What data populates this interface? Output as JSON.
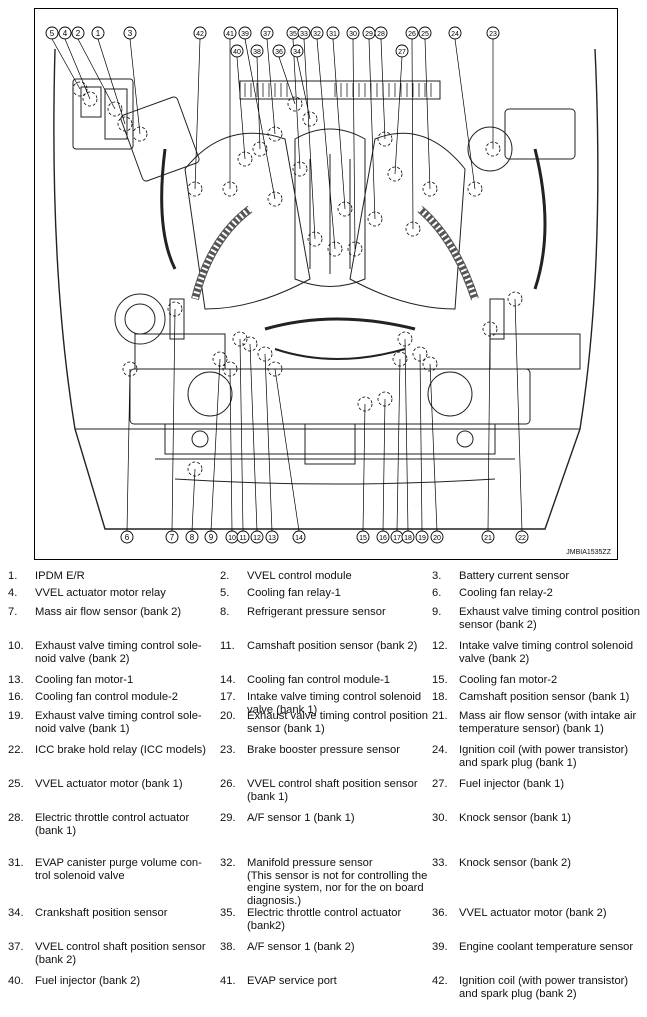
{
  "diagram": {
    "code": "JMBIA1535ZZ",
    "callouts_top": [
      "5",
      "4",
      "2",
      "1",
      "3",
      "42",
      "41",
      "40",
      "39",
      "38",
      "37",
      "36",
      "35",
      "34",
      "33",
      "32",
      "31",
      "30",
      "29",
      "28",
      "27",
      "26",
      "25",
      "24",
      "23"
    ],
    "callouts_bottom": [
      "6",
      "7",
      "8",
      "9",
      "10",
      "11",
      "12",
      "13",
      "14",
      "15",
      "16",
      "17",
      "18",
      "19",
      "20",
      "21",
      "22"
    ]
  },
  "legend": {
    "items": [
      {
        "num": "1.",
        "text": "IPDM E/R"
      },
      {
        "num": "2.",
        "text": "VVEL control module"
      },
      {
        "num": "3.",
        "text": "Battery current sensor"
      },
      {
        "num": "4.",
        "text": "VVEL actuator motor relay"
      },
      {
        "num": "5.",
        "text": "Cooling fan relay-1"
      },
      {
        "num": "6.",
        "text": "Cooling fan relay-2"
      },
      {
        "num": "7.",
        "text": "Mass air flow sensor (bank 2)"
      },
      {
        "num": "8.",
        "text": "Refrigerant pressure sensor"
      },
      {
        "num": "9.",
        "text": "Exhaust valve timing control position\nsensor (bank 2)"
      },
      {
        "num": "10.",
        "text": "Exhaust valve timing control sole-\nnoid valve (bank 2)"
      },
      {
        "num": "11.",
        "text": "Camshaft position sensor (bank 2)"
      },
      {
        "num": "12.",
        "text": "Intake valve timing control solenoid\nvalve (bank 2)"
      },
      {
        "num": "13.",
        "text": "Cooling fan motor-1"
      },
      {
        "num": "14.",
        "text": "Cooling fan control module-1"
      },
      {
        "num": "15.",
        "text": "Cooling fan motor-2"
      },
      {
        "num": "16.",
        "text": "Cooling fan control module-2"
      },
      {
        "num": "17.",
        "text": "Intake valve timing control solenoid\nvalve (bank 1)"
      },
      {
        "num": "18.",
        "text": "Camshaft position sensor (bank 1)"
      },
      {
        "num": "19.",
        "text": "Exhaust valve timing control sole-\nnoid valve (bank 1)"
      },
      {
        "num": "20.",
        "text": "Exhaust valve timing control position\nsensor (bank 1)"
      },
      {
        "num": "21.",
        "text": "Mass air flow sensor (with intake air\ntemperature sensor) (bank 1)"
      },
      {
        "num": "22.",
        "text": "ICC brake hold relay (ICC models)"
      },
      {
        "num": "23.",
        "text": "Brake booster pressure sensor"
      },
      {
        "num": "24.",
        "text": "Ignition coil (with power transistor)\nand spark plug (bank 1)"
      },
      {
        "num": "25.",
        "text": "VVEL actuator motor (bank 1)"
      },
      {
        "num": "26.",
        "text": "VVEL control shaft position sensor\n(bank 1)"
      },
      {
        "num": "27.",
        "text": "Fuel injector (bank 1)"
      },
      {
        "num": "28.",
        "text": "Electric throttle control actuator\n(bank 1)"
      },
      {
        "num": "29.",
        "text": "A/F sensor 1 (bank 1)"
      },
      {
        "num": "30.",
        "text": "Knock sensor (bank 1)"
      },
      {
        "num": "31.",
        "text": "EVAP canister purge volume con-\ntrol solenoid valve"
      },
      {
        "num": "32.",
        "text": "Manifold pressure sensor\n(This sensor is not for controlling the\nengine system, nor for the on board\ndiagnosis.)"
      },
      {
        "num": "33.",
        "text": "Knock sensor (bank 2)"
      },
      {
        "num": "34.",
        "text": "Crankshaft position sensor"
      },
      {
        "num": "35.",
        "text": "Electric throttle control actuator\n(bank2)"
      },
      {
        "num": "36.",
        "text": "VVEL actuator motor (bank 2)"
      },
      {
        "num": "37.",
        "text": "VVEL control shaft position sensor\n(bank 2)"
      },
      {
        "num": "38.",
        "text": "A/F sensor 1 (bank 2)"
      },
      {
        "num": "39.",
        "text": "Engine coolant temperature sensor"
      },
      {
        "num": "40.",
        "text": "Fuel injector (bank 2)"
      },
      {
        "num": "41.",
        "text": "EVAP service port"
      },
      {
        "num": "42.",
        "text": "Ignition coil (with power transistor)\nand spark plug (bank 2)"
      }
    ]
  }
}
